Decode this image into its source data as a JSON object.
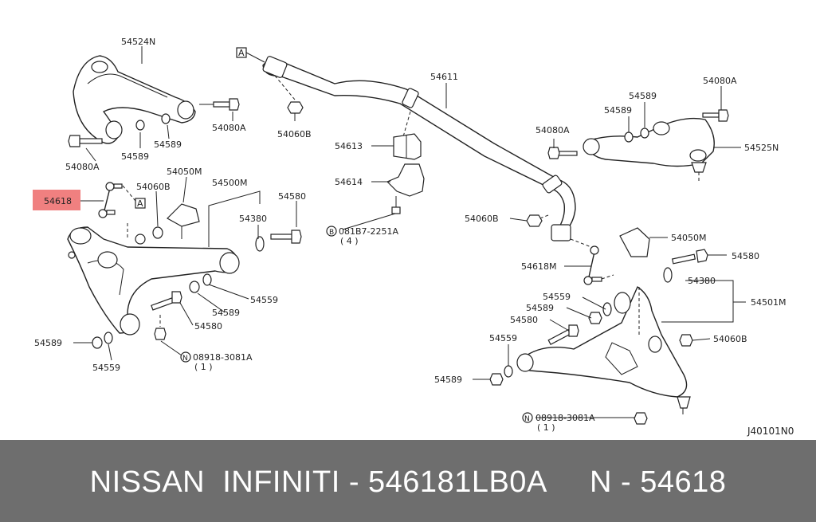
{
  "colors": {
    "highlight": "#f08080",
    "footer_bg": "#6e6e6e",
    "footer_text": "#ffffff"
  },
  "labels": {
    "p54524N": "54524N",
    "p54080A_tl": "54080A",
    "p54080A_l": "54080A",
    "p54589_a": "54589",
    "p54589_b": "54589",
    "p54618_hl": "54618",
    "ref_A_1": "A",
    "ref_A_2": "A",
    "p54060B_a": "54060B",
    "p54050M_a": "54050M",
    "p54500M": "54500M",
    "p54580_a": "54580",
    "p54380_a": "54380",
    "p54559_a": "54559",
    "p54589_c": "54589",
    "p54580_b": "54580",
    "p54589_d": "54589",
    "p54559_b": "54559",
    "p08918_a": "08918-3081A",
    "p08918_a_qty": "( 1 )",
    "p54060B_b": "54060B",
    "p54611": "54611",
    "p54613": "54613",
    "p54614": "54614",
    "p081B7": "081B7-2251A",
    "p081B7_qty": "( 4 )",
    "p54060B_c": "54060B",
    "p54618M": "54618M",
    "p54080A_r": "54080A",
    "p54589_e": "54589",
    "p54589_f": "54589",
    "p54080A_tr": "54080A",
    "p54525N": "54525N",
    "p54050M_b": "54050M",
    "p54580_c": "54580",
    "p54380_b": "54380",
    "p54501M": "54501M",
    "p54559_c": "54559",
    "p54589_g": "54589",
    "p54580_d": "54580",
    "p54060B_d": "54060B",
    "p54559_d": "54559",
    "p54589_h": "54589",
    "p08918_b": "08918-3081A",
    "p08918_b_qty": "( 1 )",
    "ref_code": "J40101N0"
  },
  "circled_marks": {
    "b": "B",
    "n": "N"
  },
  "footer": {
    "text": "NISSAN  INFINITI - 546181LB0A     N - 54618"
  }
}
